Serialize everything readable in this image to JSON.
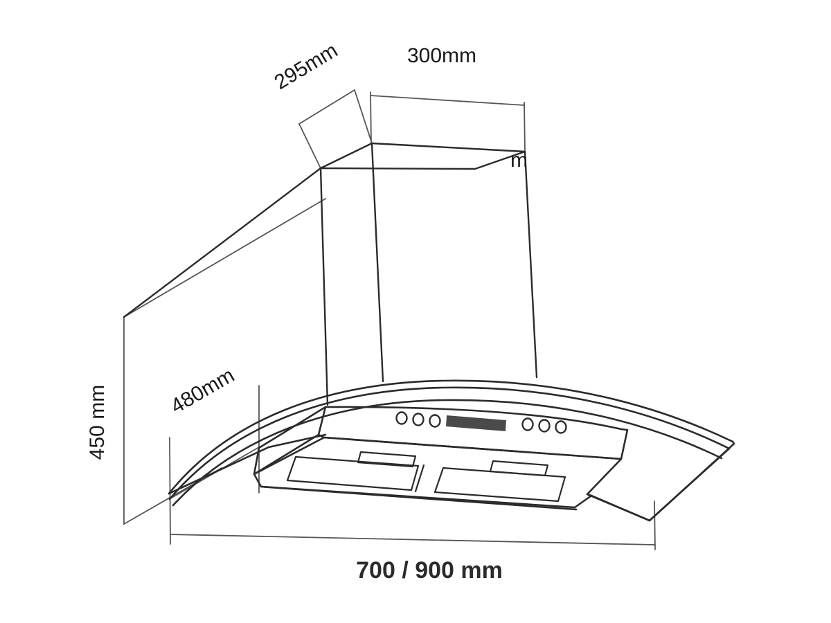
{
  "drawing": {
    "title": "Curved Glass Chimney Cooker Hood Dimension Drawing",
    "background_color": "#ffffff",
    "line_color": "#2b2b2b",
    "thin_line_color": "#555555",
    "display_fill_color": "#4a4a4a",
    "labels": {
      "depth_chimney": "295mm",
      "width_chimney": "300mm",
      "height_total": "450 mm",
      "depth_canopy": "480mm",
      "width_total": "700 / 900 mm",
      "stray_glyph": "m"
    },
    "control_panel": {
      "left_buttons_count": 3,
      "right_buttons_count": 3,
      "display_label": ""
    },
    "filters": {
      "count": 2
    }
  }
}
